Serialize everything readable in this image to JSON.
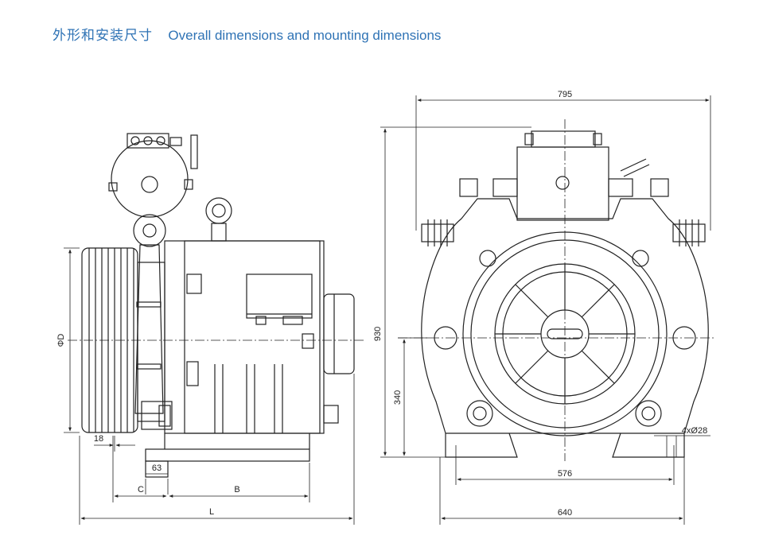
{
  "header": {
    "title_zh": "外形和安装尺寸",
    "title_en": "Overall dimensions and mounting dimensions",
    "accent_color": "#2f73b5"
  },
  "side_view": {
    "dim_diameter": "ΦD",
    "dim_18": "18",
    "dim_63": "63",
    "dim_c": "C",
    "dim_b": "B",
    "dim_l": "L"
  },
  "front_view": {
    "dim_795": "795",
    "dim_930": "930",
    "dim_340": "340",
    "dim_holes": "4xØ28",
    "dim_576": "576",
    "dim_640": "640"
  }
}
